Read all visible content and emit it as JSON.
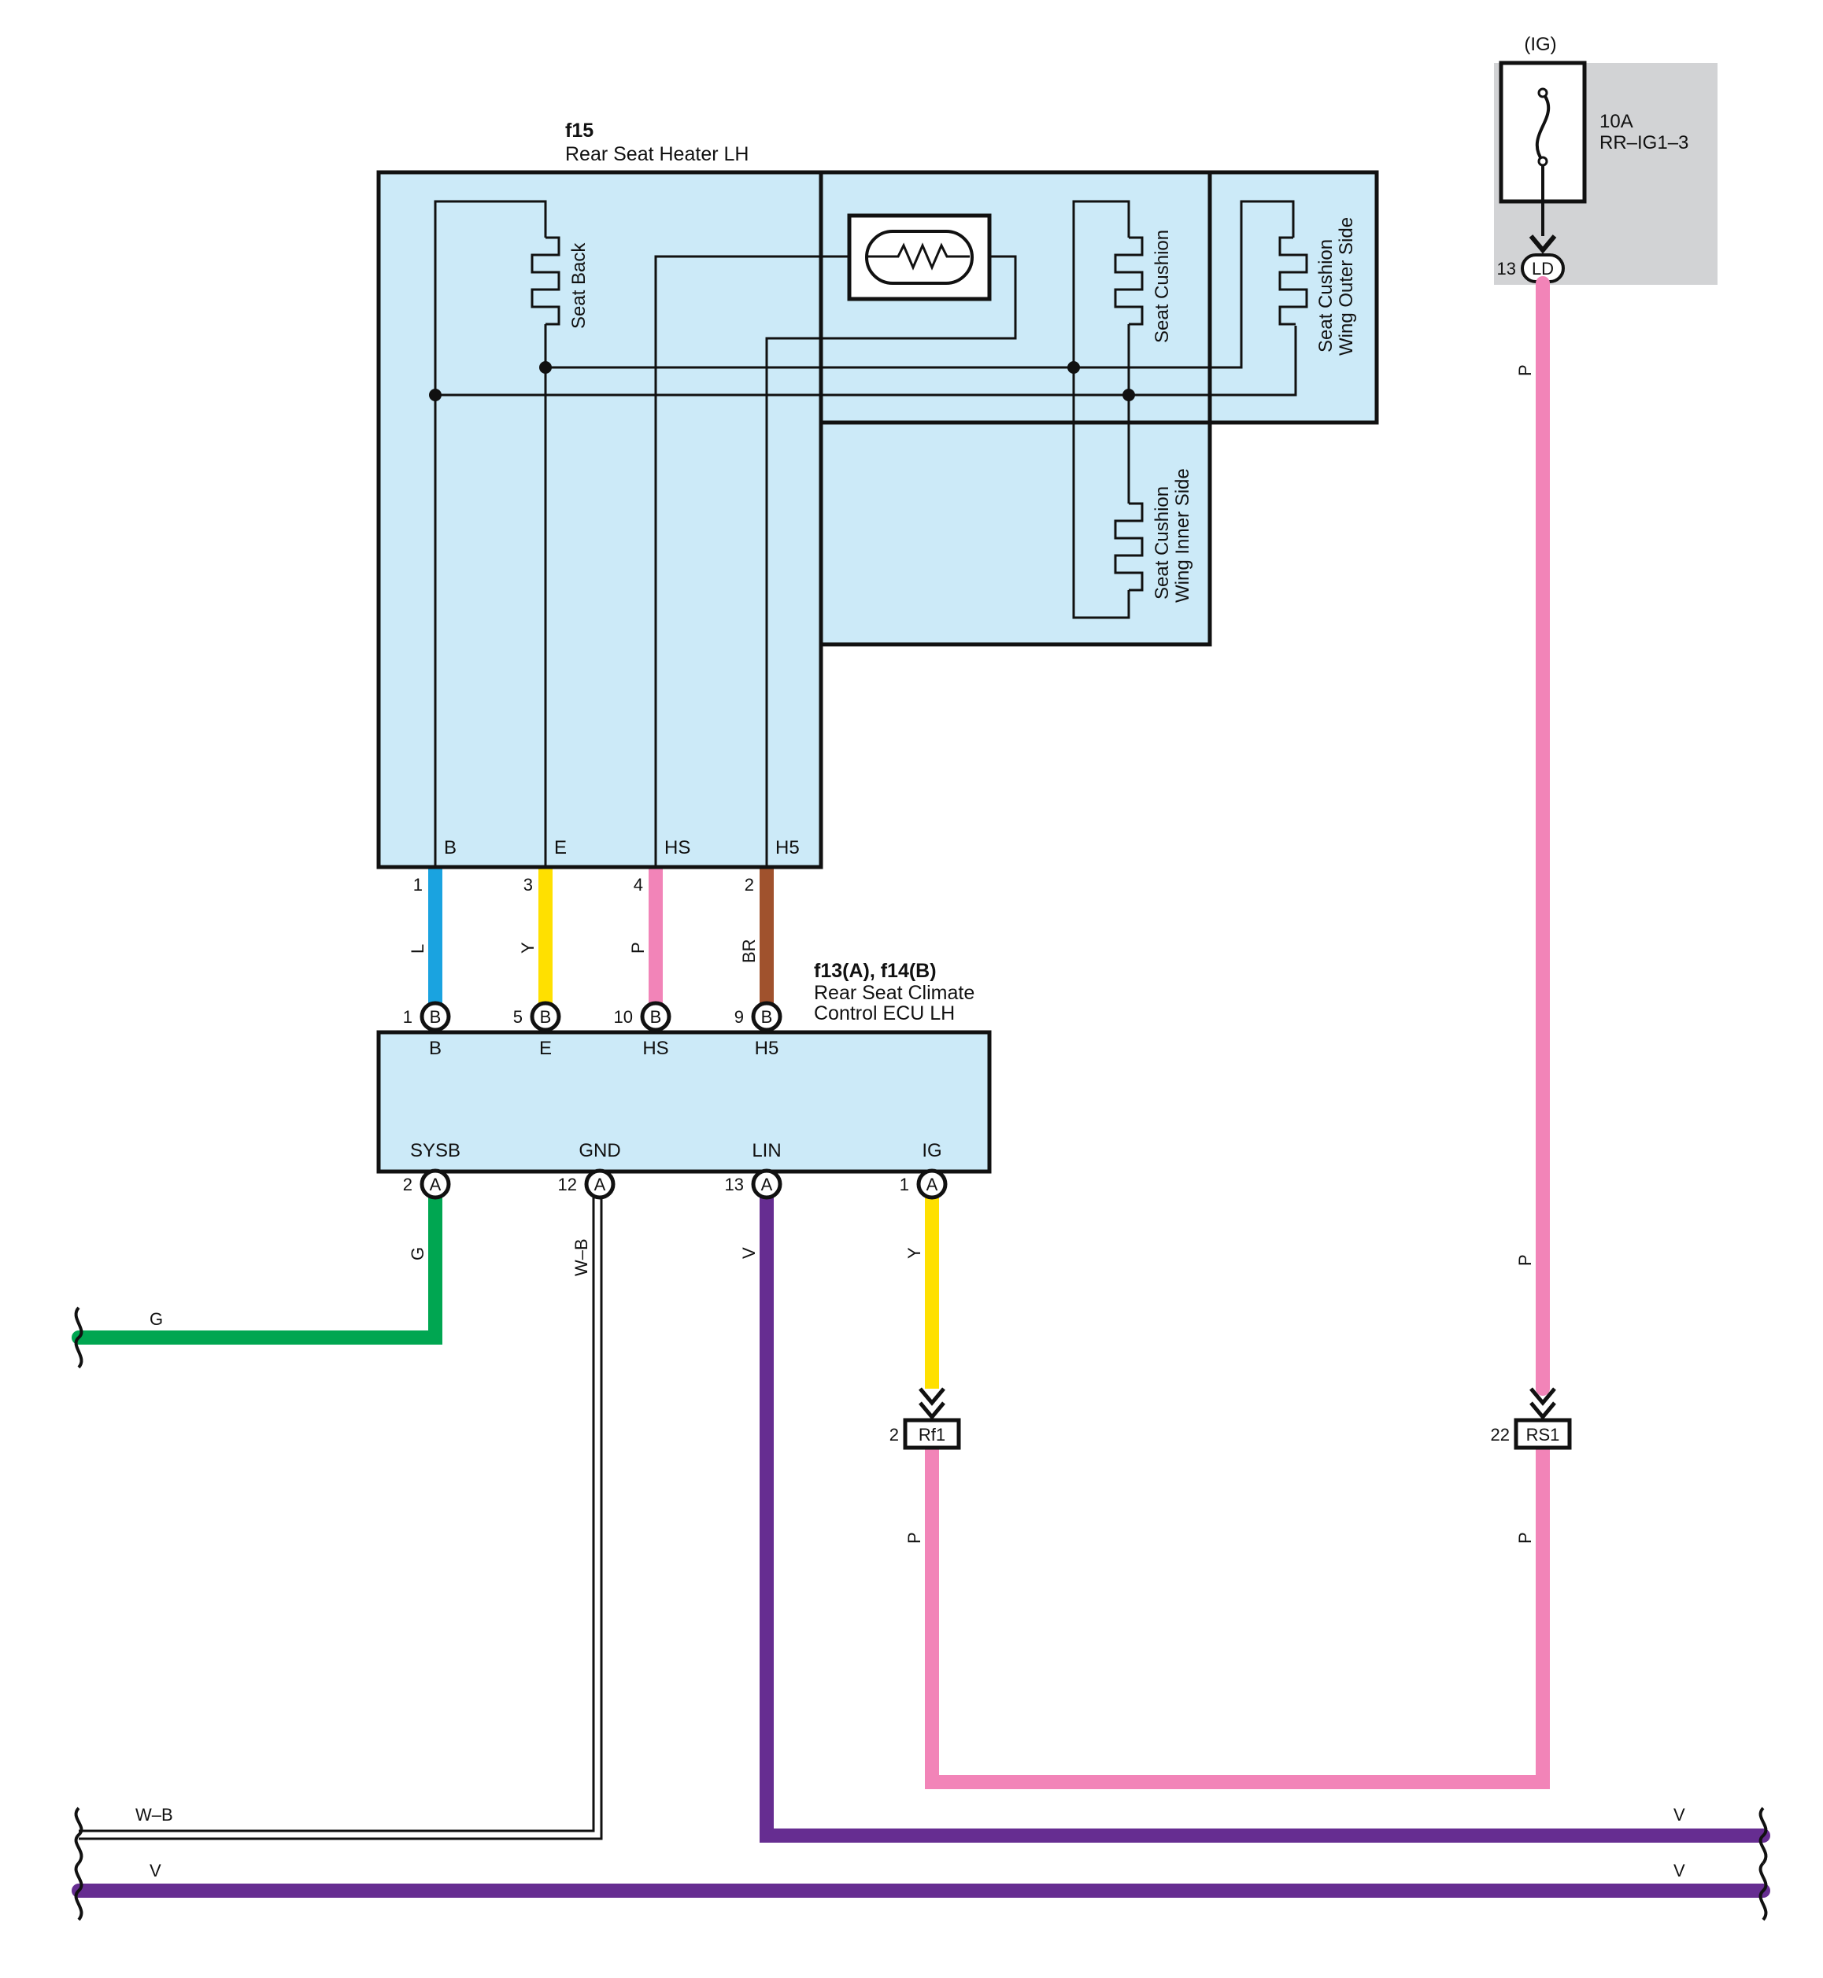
{
  "fuse": {
    "supply": "(IG)",
    "rating": "10A",
    "name": "RR–IG1–3",
    "pin": "13",
    "connector": "LD",
    "wire_color": "P"
  },
  "heater": {
    "code": "f15",
    "name": "Rear Seat Heater LH",
    "elements": {
      "seat_back": "Seat Back",
      "seat_cushion": "Seat Cushion",
      "wing_outer_1": "Seat Cushion",
      "wing_outer_2": "Wing Outer Side",
      "wing_inner_1": "Seat Cushion",
      "wing_inner_2": "Wing Inner Side"
    },
    "terminals": [
      {
        "name": "B",
        "pin": "1",
        "wire": "L",
        "ecu_pin": "1",
        "ecu_conn": "B"
      },
      {
        "name": "E",
        "pin": "3",
        "wire": "Y",
        "ecu_pin": "5",
        "ecu_conn": "B"
      },
      {
        "name": "HS",
        "pin": "4",
        "wire": "P",
        "ecu_pin": "10",
        "ecu_conn": "B"
      },
      {
        "name": "H5",
        "pin": "2",
        "wire": "BR",
        "ecu_pin": "9",
        "ecu_conn": "B"
      }
    ]
  },
  "ecu": {
    "code": "f13(A), f14(B)",
    "name_line1": "Rear Seat Climate",
    "name_line2": "Control ECU LH",
    "top_terminals": [
      "B",
      "E",
      "HS",
      "H5"
    ],
    "bottom_terminals": [
      {
        "name": "SYSB",
        "pin": "2",
        "conn": "A",
        "wire": "G"
      },
      {
        "name": "GND",
        "pin": "12",
        "conn": "A",
        "wire": "W–B"
      },
      {
        "name": "LIN",
        "pin": "13",
        "conn": "A",
        "wire": "V"
      },
      {
        "name": "IG",
        "pin": "1",
        "conn": "A",
        "wire": "Y"
      }
    ]
  },
  "connectors": {
    "rf1": {
      "pin": "2",
      "name": "Rf1",
      "wire_below": "P"
    },
    "rs1": {
      "pin": "22",
      "name": "RS1",
      "wire_above": "P",
      "wire_below": "P"
    }
  },
  "buses": {
    "g_left": "G",
    "wb_left": "W–B",
    "v_right_upper": "V",
    "v_left_lower": "V",
    "v_right_lower": "V"
  },
  "colors": {
    "L": "#1aa3e0",
    "Y": "#ffe000",
    "P": "#f284b8",
    "BR": "#a0522d",
    "G": "#00a651",
    "V": "#662d91",
    "box_fill": "#cceaf8",
    "fuse_bg": "#d2d3d5"
  }
}
